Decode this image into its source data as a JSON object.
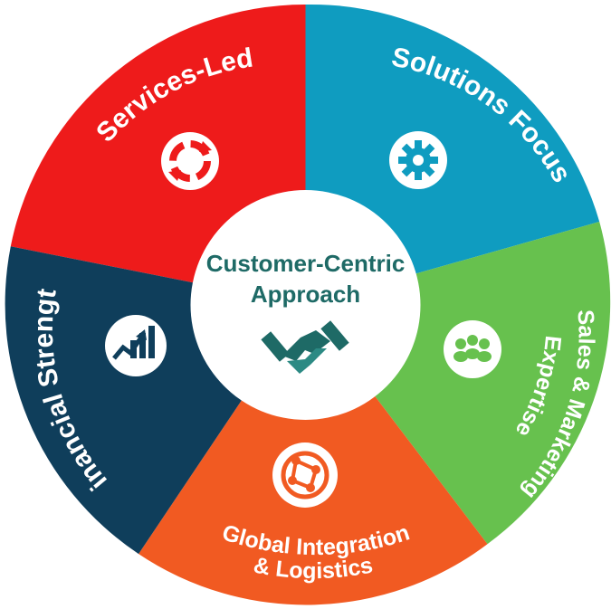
{
  "center": {
    "line1": "Customer-Centric",
    "line2": "Approach",
    "icon": "handshake-icon",
    "color": "#1e6a66"
  },
  "segments": [
    {
      "id": "services",
      "label": "Services-Led",
      "icon": "cycle-arrows-icon",
      "color": "#ee1b1b"
    },
    {
      "id": "solutions",
      "label": "Solutions Focus",
      "icon": "gear-icon",
      "color": "#0f9cc0"
    },
    {
      "id": "sales",
      "label_line1": "Sales & Marketing",
      "label_line2": "Expertise",
      "icon": "people-group-icon",
      "color": "#67c14e"
    },
    {
      "id": "global",
      "label_line1": "Global Integration",
      "label_line2": "& Logistics",
      "icon": "globe-network-icon",
      "color": "#f15a22"
    },
    {
      "id": "financial",
      "label": "Financial Strength",
      "icon": "growth-chart-icon",
      "color": "#0f3e5b"
    }
  ]
}
